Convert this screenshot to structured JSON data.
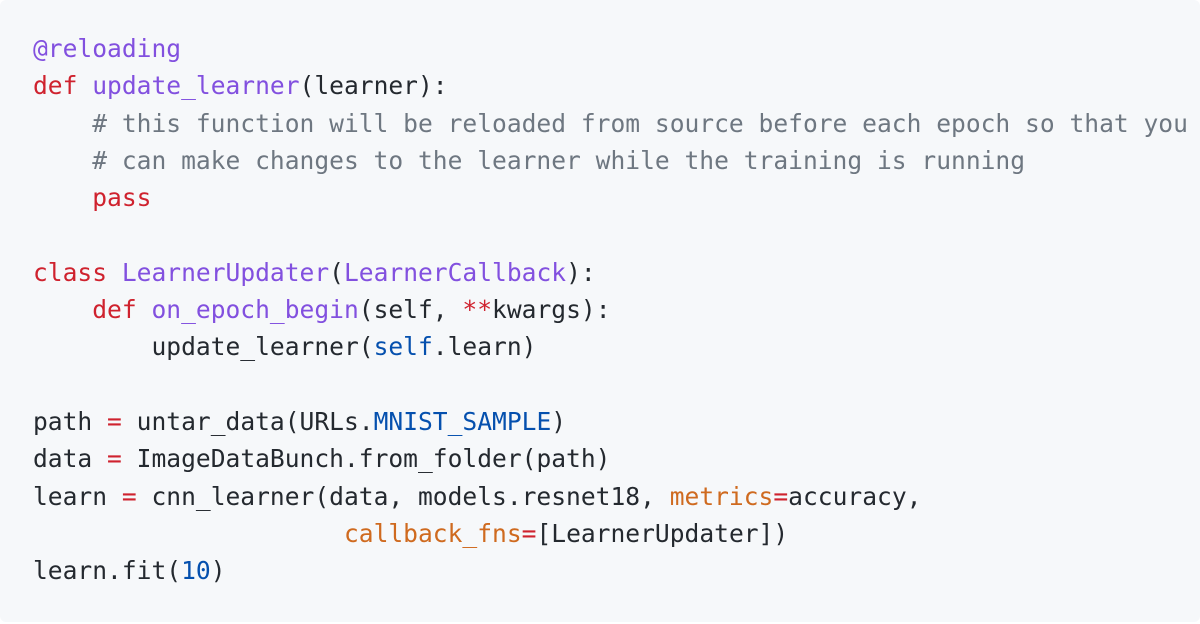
{
  "code": {
    "lines": [
      [
        {
          "text": "@reloading",
          "kind": "decorator"
        }
      ],
      [
        {
          "text": "def",
          "kind": "keyword"
        },
        {
          "text": " ",
          "kind": "plain"
        },
        {
          "text": "update_learner",
          "kind": "funcname"
        },
        {
          "text": "(learner):",
          "kind": "plain"
        }
      ],
      [
        {
          "text": "    # this function will be reloaded from source before each epoch so that you",
          "kind": "comment"
        }
      ],
      [
        {
          "text": "    # can make changes to the learner while the training is running",
          "kind": "comment"
        }
      ],
      [
        {
          "text": "    ",
          "kind": "plain"
        },
        {
          "text": "pass",
          "kind": "keyword"
        }
      ],
      [
        {
          "text": "",
          "kind": "plain"
        }
      ],
      [
        {
          "text": "class",
          "kind": "keyword"
        },
        {
          "text": " ",
          "kind": "plain"
        },
        {
          "text": "LearnerUpdater",
          "kind": "classname"
        },
        {
          "text": "(",
          "kind": "plain"
        },
        {
          "text": "LearnerCallback",
          "kind": "classname"
        },
        {
          "text": "):",
          "kind": "plain"
        }
      ],
      [
        {
          "text": "    ",
          "kind": "plain"
        },
        {
          "text": "def",
          "kind": "keyword"
        },
        {
          "text": " ",
          "kind": "plain"
        },
        {
          "text": "on_epoch_begin",
          "kind": "funcname"
        },
        {
          "text": "(self, ",
          "kind": "plain"
        },
        {
          "text": "**",
          "kind": "operator"
        },
        {
          "text": "kwargs):",
          "kind": "plain"
        }
      ],
      [
        {
          "text": "        update_learner(",
          "kind": "plain"
        },
        {
          "text": "self",
          "kind": "attr"
        },
        {
          "text": ".learn)",
          "kind": "plain"
        }
      ],
      [
        {
          "text": "",
          "kind": "plain"
        }
      ],
      [
        {
          "text": "path ",
          "kind": "plain"
        },
        {
          "text": "=",
          "kind": "operator"
        },
        {
          "text": " untar_data(URLs.",
          "kind": "plain"
        },
        {
          "text": "MNIST_SAMPLE",
          "kind": "attr"
        },
        {
          "text": ")",
          "kind": "plain"
        }
      ],
      [
        {
          "text": "data ",
          "kind": "plain"
        },
        {
          "text": "=",
          "kind": "operator"
        },
        {
          "text": " ImageDataBunch.from_folder(path)",
          "kind": "plain"
        }
      ],
      [
        {
          "text": "learn ",
          "kind": "plain"
        },
        {
          "text": "=",
          "kind": "operator"
        },
        {
          "text": " cnn_learner(data, models.resnet18, ",
          "kind": "plain"
        },
        {
          "text": "metrics",
          "kind": "param"
        },
        {
          "text": "=",
          "kind": "operator"
        },
        {
          "text": "accuracy,",
          "kind": "plain"
        }
      ],
      [
        {
          "text": "                     ",
          "kind": "plain"
        },
        {
          "text": "callback_fns",
          "kind": "param"
        },
        {
          "text": "=",
          "kind": "operator"
        },
        {
          "text": "[LearnerUpdater])",
          "kind": "plain"
        }
      ],
      [
        {
          "text": "learn.fit(",
          "kind": "plain"
        },
        {
          "text": "10",
          "kind": "number"
        },
        {
          "text": ")",
          "kind": "plain"
        }
      ]
    ]
  }
}
